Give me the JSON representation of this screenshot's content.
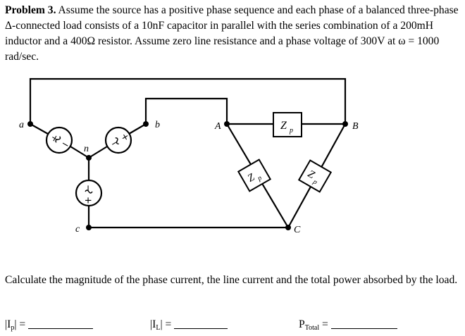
{
  "problem": {
    "heading": "Problem 3.",
    "text": "Assume the source has a positive phase sequence and each phase of a balanced three-phase Δ-connected load consists of a 10nF capacitor in parallel with the series combination of a 200mH inductor and a 400Ω resistor.  Assume zero line resistance and a phase voltage of 300V at ω = 1000 rad/sec."
  },
  "diagram": {
    "source_nodes": {
      "a": "a",
      "b": "b",
      "c": "c",
      "n": "n"
    },
    "load_nodes": {
      "A": "A",
      "B": "B",
      "C": "C"
    },
    "impedance_label": "Z",
    "impedance_subscript": "p",
    "source_polarity": {
      "plus": "+",
      "minus": "−"
    }
  },
  "question": {
    "text": "Calculate the magnitude of the phase current, the line current and the total power absorbed by the load."
  },
  "answers": {
    "phase_current_label": "|I",
    "phase_current_sub": "p",
    "phase_current_suffix": "| =",
    "line_current_label": "|I",
    "line_current_sub": "L",
    "line_current_suffix": "| =",
    "power_label": "P",
    "power_sub": "Total",
    "power_suffix": " ="
  }
}
